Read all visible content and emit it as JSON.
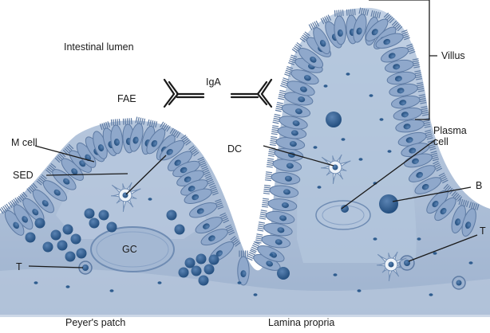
{
  "labels": {
    "intestinal_lumen": "Intestinal lumen",
    "fae": "FAE",
    "iga": "IgA",
    "m_cell": "M cell",
    "sed": "SED",
    "dc": "DC",
    "gc": "GC",
    "t_left": "T",
    "villus": "Villus",
    "plasma_cell_line1": "Plasma",
    "plasma_cell_line2": "cell",
    "b": "B",
    "t_right": "T",
    "peyers_patch": "Peyer's patch",
    "lamina_propria": "Lamina propria"
  },
  "colors": {
    "tissue": "#a9bcd6",
    "tissue_dark": "#7f98bb",
    "cell_fill": "#8fa8cb",
    "cell_border": "#5d7aa3",
    "nucleus": "#2f5d8f",
    "nucleus_dark": "#1f4a7a",
    "line": "#1a1a1a"
  }
}
